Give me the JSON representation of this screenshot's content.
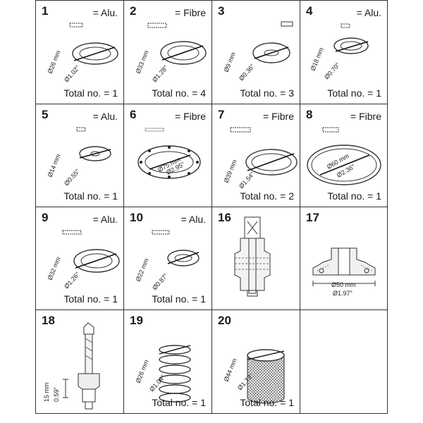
{
  "parts": [
    {
      "number": "1",
      "material": "= Alu.",
      "d_mm": "Ø26 mm",
      "d_in": "Ø1.02\"",
      "total": "Total no. = 1"
    },
    {
      "number": "2",
      "material": "= Fibre",
      "d_mm": "Ø33 mm",
      "d_in": "Ø1.28\"",
      "total": "Total no. = 4"
    },
    {
      "number": "3",
      "material": "",
      "d_mm": "Ø9 mm",
      "d_in": "Ø0.36\"",
      "total": "Total no. = 3"
    },
    {
      "number": "4",
      "material": "= Alu.",
      "d_mm": "Ø18 mm",
      "d_in": "Ø0.70\"",
      "total": "Total no. = 1"
    },
    {
      "number": "5",
      "material": "= Alu.",
      "d_mm": "Ø14 mm",
      "d_in": "Ø0.55\"",
      "total": "Total no. = 1"
    },
    {
      "number": "6",
      "material": "= Fibre",
      "d_mm": "Ø75 mm",
      "d_in": "Ø2.95\"",
      "total": ""
    },
    {
      "number": "7",
      "material": "= Fibre",
      "d_mm": "Ø39 mm",
      "d_in": "Ø1.54\"",
      "total": "Total no. = 2"
    },
    {
      "number": "8",
      "material": "= Fibre",
      "d_mm": "Ø60 mm",
      "d_in": "Ø2.36\"",
      "total": "Total no. = 1"
    },
    {
      "number": "9",
      "material": "= Alu.",
      "d_mm": "Ø32 mm",
      "d_in": "Ø1.26\"",
      "total": "Total no. = 1"
    },
    {
      "number": "10",
      "material": "= Alu.",
      "d_mm": "Ø22 mm",
      "d_in": "Ø0.87\"",
      "total": "Total no. = 1"
    },
    {
      "number": "16",
      "material": "",
      "d_mm": "",
      "d_in": "",
      "total": ""
    },
    {
      "number": "17",
      "material": "",
      "d_mm": "Ø50 mm",
      "d_in": "Ø1.97\"",
      "total": ""
    },
    {
      "number": "18",
      "material": "",
      "d_mm": "15 mm",
      "d_in": "0.59\"",
      "total": ""
    },
    {
      "number": "19",
      "material": "",
      "d_mm": "Ø26 mm",
      "d_in": "Ø1.04\"",
      "total": "Total no. = 1"
    },
    {
      "number": "20",
      "material": "",
      "d_mm": "Ø44 mm",
      "d_in": "Ø1.73\"",
      "total": "Total no. = 1"
    },
    {
      "number": "",
      "material": "",
      "d_mm": "",
      "d_in": "",
      "total": ""
    }
  ]
}
